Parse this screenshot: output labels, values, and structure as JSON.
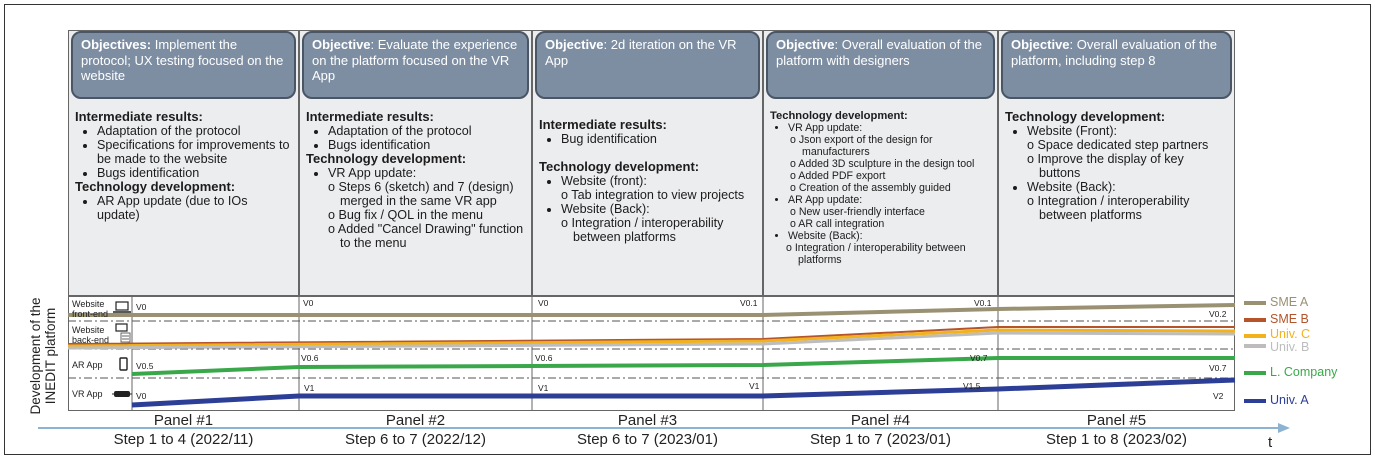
{
  "side_label": [
    "Development of the",
    "INEDIT platform"
  ],
  "time_label": "t",
  "columns": [
    {
      "objective_bold": "Objectives:",
      "objective_text": " Implement the protocol; UX testing focused on the website",
      "sections": [
        {
          "heading": "Intermediate results:",
          "items": [
            "Adaptation of the protocol",
            "Specifications for improvements to be made to the website",
            "Bugs identification"
          ]
        },
        {
          "heading": "Technology development:",
          "items": [
            "AR App update (due to IOs update)"
          ]
        }
      ]
    },
    {
      "objective_bold": "Objective",
      "objective_text": ": Evaluate the experience on the platform focused on the VR App",
      "sections": [
        {
          "heading": "Intermediate results:",
          "items": [
            "Adaptation of the protocol",
            "Bugs identification"
          ]
        },
        {
          "heading": "Technology development:",
          "items": [
            "VR App update:"
          ],
          "sub": [
            "Steps 6 (sketch) and 7 (design) merged in the same VR app",
            "Bug fix / QOL in the menu",
            "Added \"Cancel Drawing\" function to the menu"
          ]
        }
      ]
    },
    {
      "objective_bold": "Objective",
      "objective_text": ": 2d iteration on the VR App",
      "sections": [
        {
          "heading": "Intermediate results:",
          "items": [
            "Bug identification"
          ]
        },
        {
          "heading": "Technology development:",
          "items": [
            "Website (front):"
          ],
          "sub": [
            "Tab integration to view projects"
          ]
        },
        {
          "heading": "",
          "items": [
            "Website (Back):"
          ],
          "sub": [
            "Integration / interoperability between platforms"
          ]
        }
      ]
    },
    {
      "objective_bold": "Objective",
      "objective_text": ": Overall evaluation of the platform with designers",
      "sections": [
        {
          "heading": "Technology development:",
          "items": [
            "VR App update:"
          ],
          "sub": [
            "Json export of the design for manufacturers",
            "Added 3D sculpture in the design tool",
            "Added PDF export",
            "Creation of the assembly guided"
          ]
        },
        {
          "heading": "",
          "items": [
            "AR App update:"
          ],
          "sub": [
            "New user-friendly interface",
            "AR call integration"
          ]
        },
        {
          "heading": "",
          "items": [
            "Website (Back):"
          ],
          "sub": [
            "Integration / interoperability between platforms"
          ]
        }
      ]
    },
    {
      "objective_bold": "Objective",
      "objective_text": ": Overall evaluation of the platform, including step 8",
      "sections": [
        {
          "heading": "Technology development:",
          "items": [
            "Website (Front):"
          ],
          "sub": [
            "Space dedicated step partners",
            "Improve the display of key buttons"
          ]
        },
        {
          "heading": "",
          "items": [
            "Website (Back):"
          ],
          "sub": [
            "Integration / interoperability between platforms"
          ]
        }
      ]
    }
  ],
  "lanes": [
    {
      "label": "Website front-end",
      "icon": "laptop-icon"
    },
    {
      "label": "Website back-end",
      "icon": "server-icon"
    },
    {
      "label": "AR App",
      "icon": "phone-icon"
    },
    {
      "label": "VR App",
      "icon": "vr-headset-icon"
    }
  ],
  "version_tags": {
    "p1": [
      "V0",
      "V0.5",
      "V0"
    ],
    "p2": [
      "V0",
      "V0.6",
      "V1"
    ],
    "p3": [
      "V0",
      "V0.1",
      "V0.6",
      "V1",
      "V1"
    ],
    "p4": [
      "V0.1",
      "V0.7",
      "V1.5"
    ],
    "p5": [
      "V0.2",
      "V0.7",
      "V2"
    ]
  },
  "panels": [
    "Panel #1",
    "Panel #2",
    "Panel #3",
    "Panel #4",
    "Panel #5"
  ],
  "steps": [
    "Step 1 to 4 (2022/11)",
    "Step 6 to 7 (2022/12)",
    "Step 6 to 7 (2023/01)",
    "Step 1 to 7 (2023/01)",
    "Step 1 to 8 (2023/02)"
  ],
  "legend": [
    {
      "label": "SME A",
      "color": "#9a9173"
    },
    {
      "label": "SME B",
      "color": "#b5532a"
    },
    {
      "label": "Univ. C",
      "color": "#f2b21d"
    },
    {
      "label": "Univ. B",
      "color": "#bdbdbd"
    },
    {
      "label": "L. Company",
      "color": "#3aa84a"
    },
    {
      "label": "Univ. A",
      "color": "#2c3e96"
    }
  ]
}
